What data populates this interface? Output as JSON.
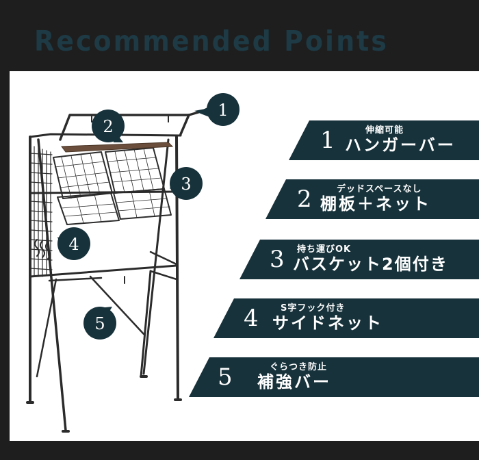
{
  "title": "Recommended Points",
  "markers": [
    "1",
    "2",
    "3",
    "4",
    "5"
  ],
  "points": [
    {
      "number": "1",
      "subtitle": "伸縮可能",
      "label": "ハンガーバー"
    },
    {
      "number": "2",
      "subtitle": "デッドスペースなし",
      "label": "棚板＋ネット"
    },
    {
      "number": "3",
      "subtitle": "持ち運びOK",
      "label": "バスケット2個付き"
    },
    {
      "number": "4",
      "subtitle": "S字フック付き",
      "label": "サイドネット"
    },
    {
      "number": "5",
      "subtitle": "ぐらつき防止",
      "label": "補強バー"
    }
  ],
  "colors": {
    "background": "#1e1e1e",
    "panel": "#ffffff",
    "accent": "#17323b",
    "title": "#1d3a45",
    "frame": "#2b2b2b",
    "shelf": "#6b4f3c"
  }
}
